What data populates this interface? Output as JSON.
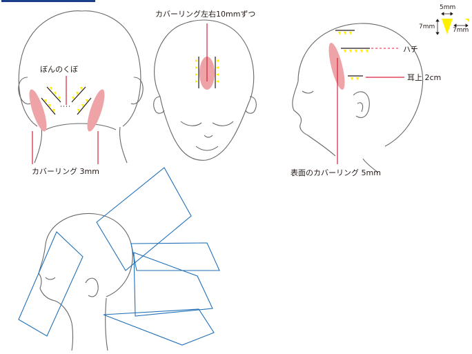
{
  "header": {
    "accent": "#1a3e8a",
    "partial_text": "・・・ ・・・・・・・ ・ ・・・"
  },
  "colors": {
    "outline": "#666666",
    "guide_red": "#d7213a",
    "cover_pink": "#eea3a6",
    "triangle_yellow": "#fff000",
    "panel_blue": "#1f6fb8",
    "text": "#231815"
  },
  "legend": {
    "width_label": "5mm",
    "height_label": "7mm",
    "spacing_label": "7mm"
  },
  "labels": {
    "back_center": "ぼんのくぼ",
    "back_covering": "カバーリング 3mm",
    "top_covering": "カバーリング左右10mmずつ",
    "side_hachi": "ハチ",
    "side_ear": "耳上 2cm",
    "side_surface": "表面のカバーリング 5mm"
  },
  "icons": {
    "notch_triangle": "triangle-notch-icon",
    "double_arrow": "double-arrow-icon"
  }
}
